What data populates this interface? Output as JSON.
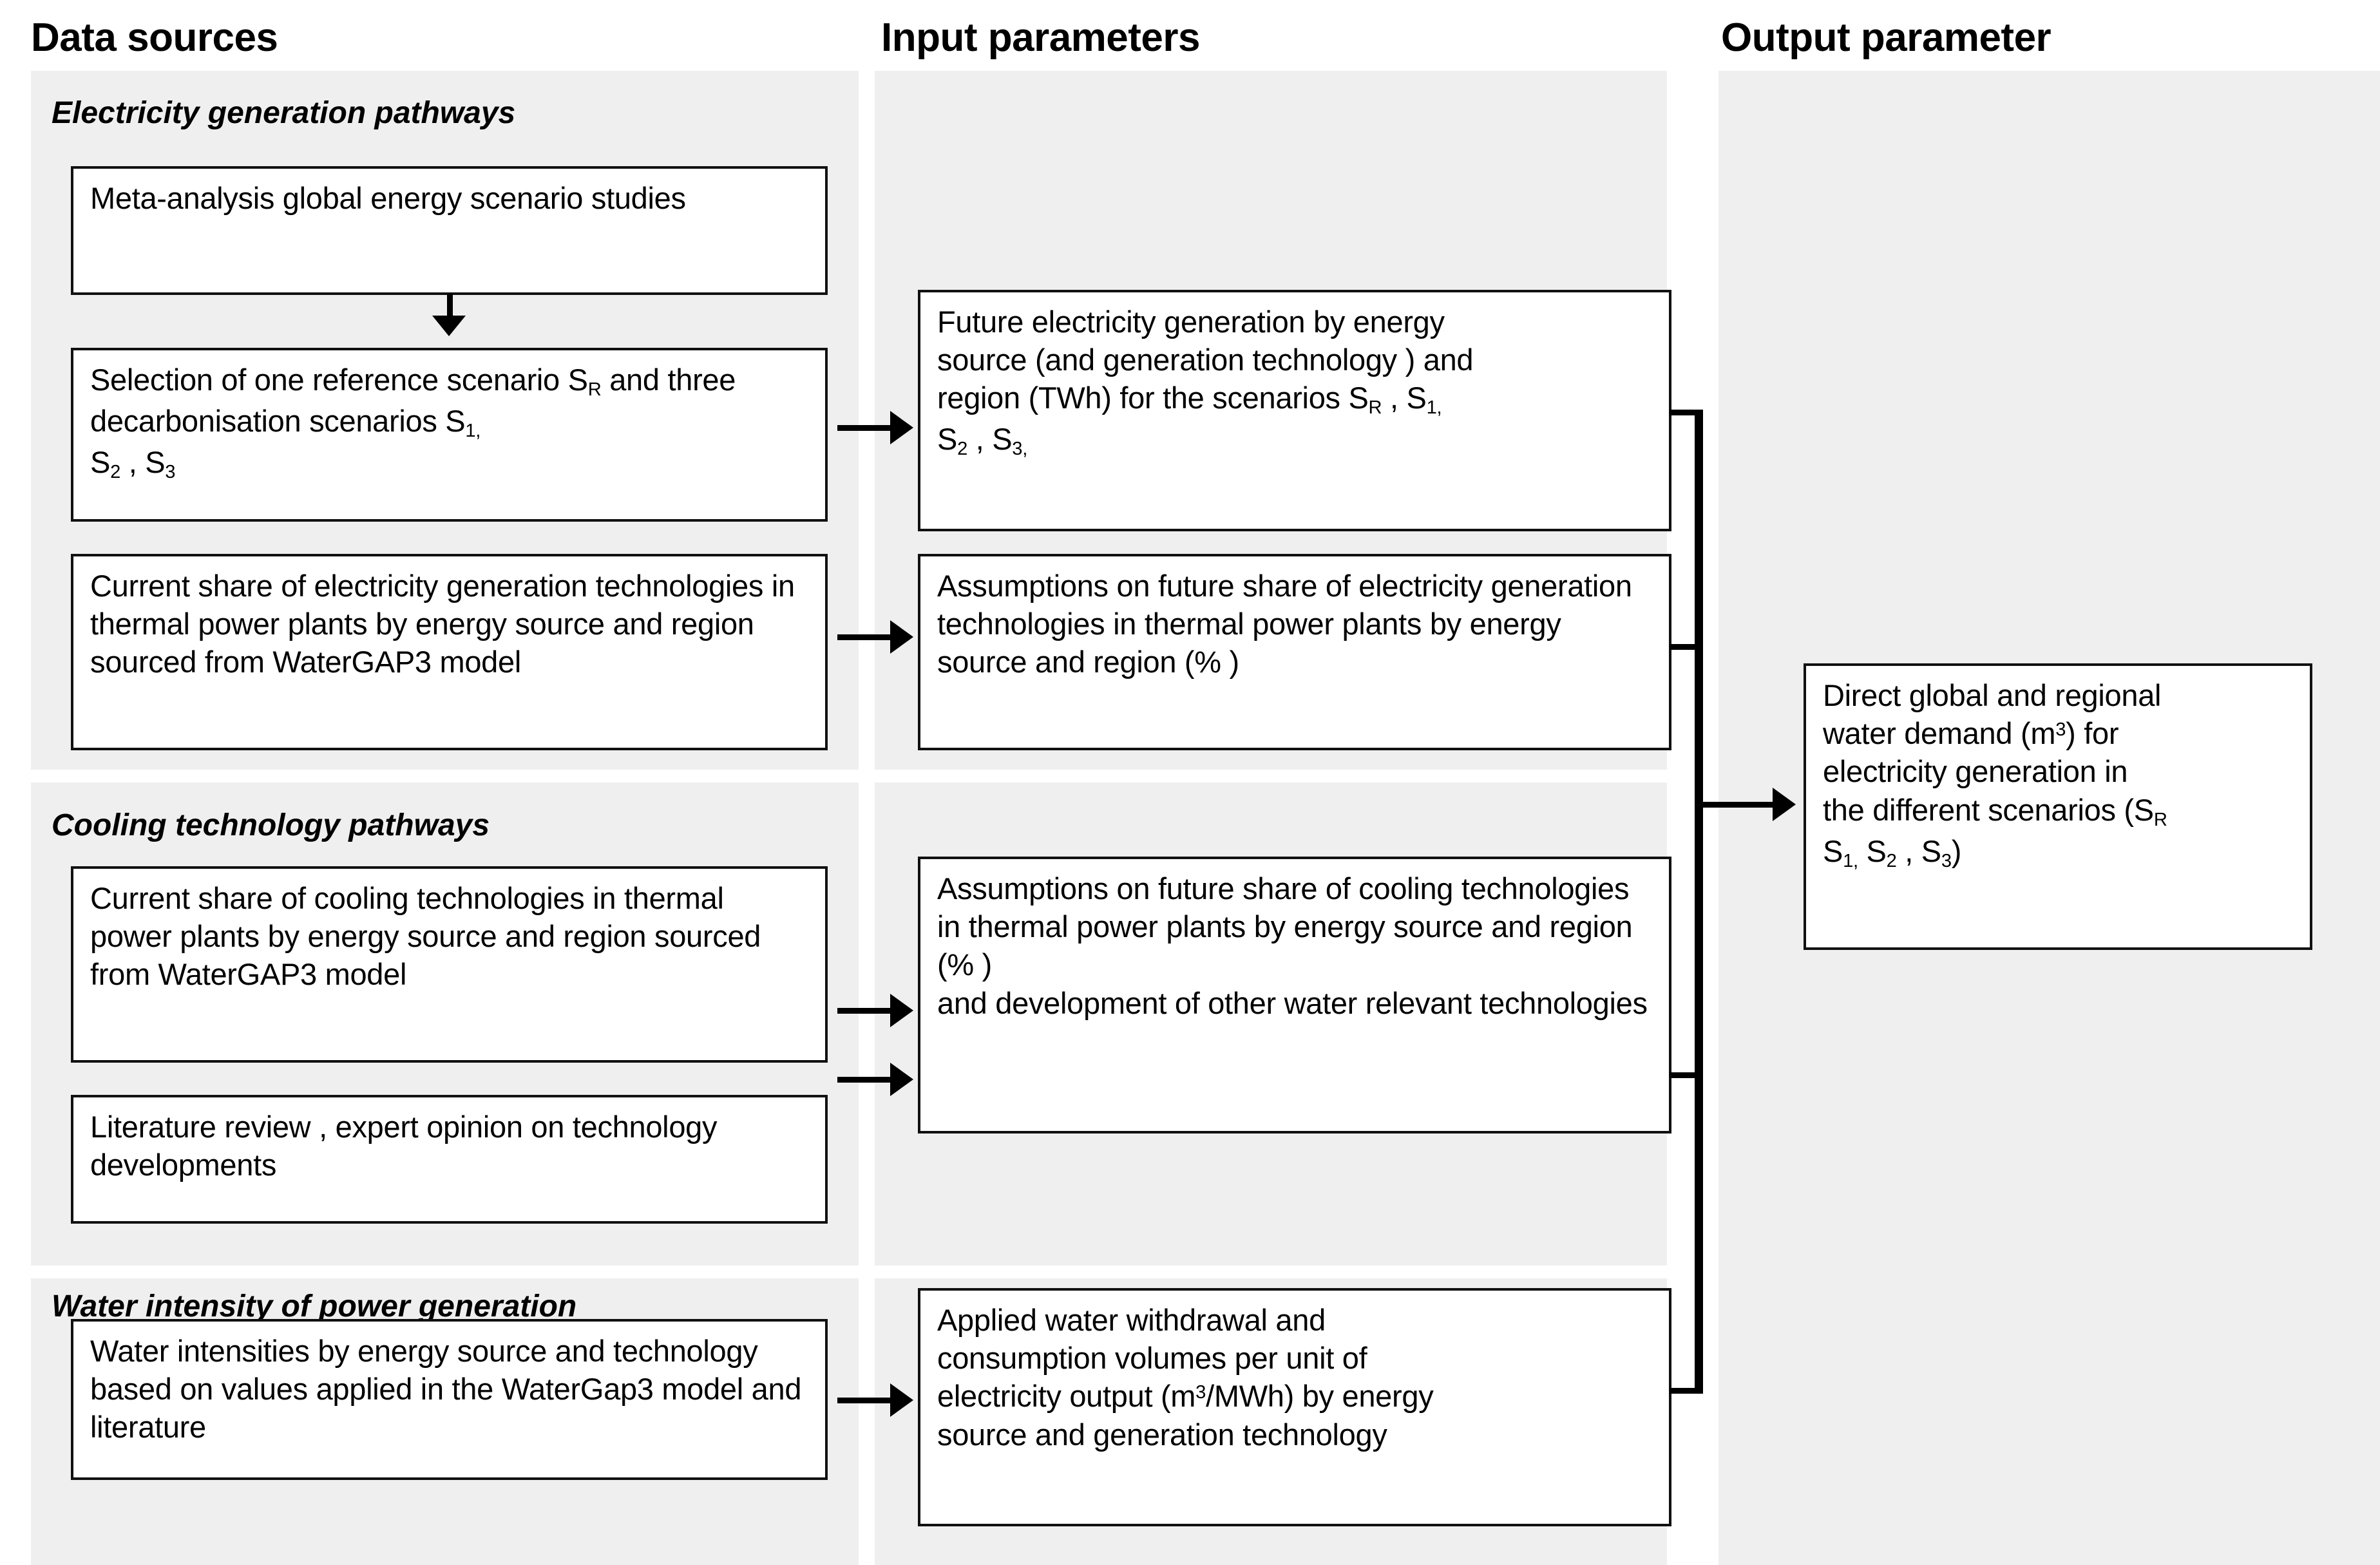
{
  "headers": {
    "data_sources": "Data sources",
    "input_parameters": "Input parameters",
    "output_parameter": "Output parameter"
  },
  "groups": {
    "electricity": "Electricity generation pathways",
    "cooling": "Cooling  technology  pathways",
    "water_intensity": "Water intensity of power generation"
  },
  "data_source_boxes": {
    "meta_analysis": "Meta-analysis global energy scenario studies",
    "scenario_selection_pre": "Selection of one reference scenario S",
    "scenario_selection_sub1": "R",
    "scenario_selection_mid": " and three decarbonisation scenarios S",
    "scenario_selection_sub2": "1,",
    "scenario_selection_s2": "S",
    "scenario_selection_sub3": "2",
    "scenario_selection_comma": " , S",
    "scenario_selection_sub4": "3",
    "current_share_electricity": "Current share of electricity generation technologies in thermal power plants by energy source and region sourced from WaterGAP3 model",
    "current_share_cooling": "Current share of cooling technologies in thermal power plants by energy source and region sourced from  WaterGAP3 model",
    "literature_review": "Literature review , expert opinion on technology developments",
    "water_intensities": "Water intensities by energy source and technology based on values applied in the WaterGap3 model and literature"
  },
  "input_boxes": {
    "future_generation_l1": "Future electricity generation by energy",
    "future_generation_l2": "source (and generation technology ) and",
    "future_generation_l3_pre": "region (TWh) for the scenarios S",
    "future_generation_sub_r": "R",
    "future_generation_l3_mid": " , S",
    "future_generation_sub_1": "1,",
    "future_generation_l4_s2": "S",
    "future_generation_sub_2": "2",
    "future_generation_l4_mid": " , S",
    "future_generation_sub_3": "3,",
    "assumptions_electricity": "Assumptions on future share of electricity generation technologies in thermal power plants by energy source and region (% )",
    "assumptions_cooling": "Assumptions on future share of cooling technologies in thermal power plants by energy source and region (% )\nand development of other water relevant technologies",
    "applied_water_l1": "Applied water withdrawal and",
    "applied_water_l2": "consumption volumes per unit of",
    "applied_water_l3_pre": "electricity output (m",
    "applied_water_sup": "3",
    "applied_water_l3_post": "/MWh) by energy",
    "applied_water_l4": "source and generation technology"
  },
  "output_box": {
    "line1": "Direct global and regional",
    "line2_pre": "water demand (m",
    "line2_sup": "3",
    "line2_post": ") for",
    "line3": "electricity generation in",
    "line4_pre": "the different scenarios (S",
    "line4_sub": "R",
    "line5_s1": "S",
    "line5_sub1": "1,",
    "line5_s2": " S",
    "line5_sub2": "2",
    "line5_s3": " , S",
    "line5_sub3": "3",
    "line5_close": ")"
  },
  "colors": {
    "panel_background": "#efefef",
    "box_border": "#111111",
    "page_background": "#ffffff",
    "connector": "#000000"
  }
}
